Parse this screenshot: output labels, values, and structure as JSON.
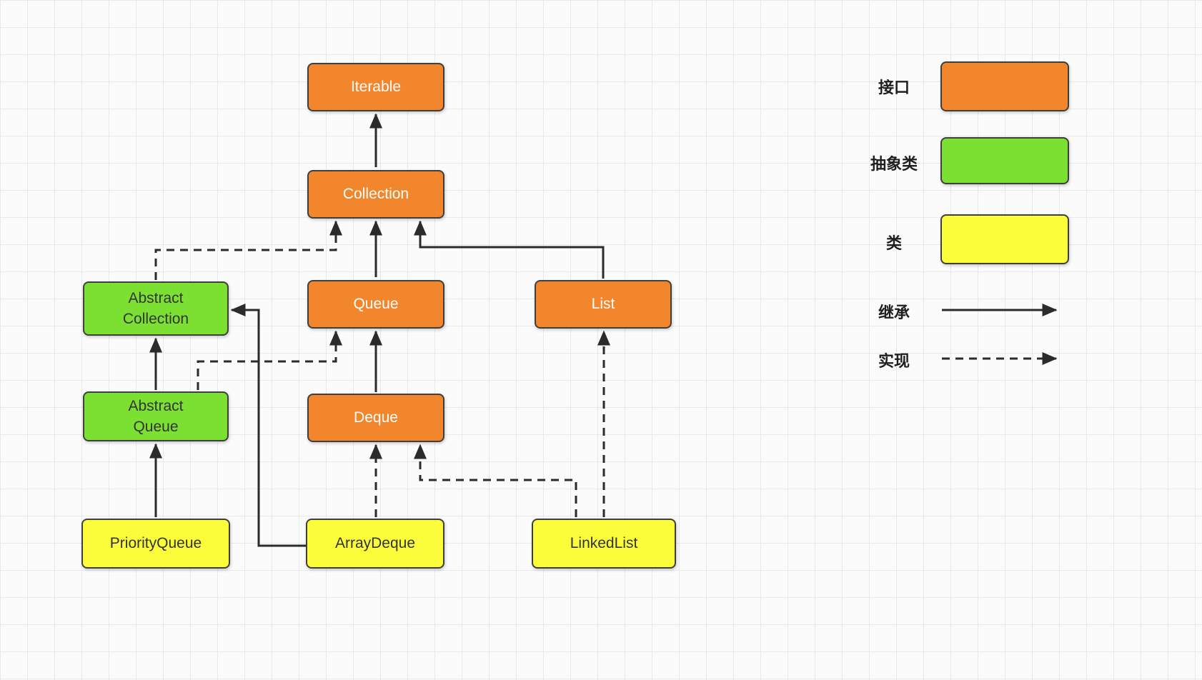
{
  "diagram": {
    "nodes": {
      "iterable": {
        "label": "Iterable",
        "type": "interface"
      },
      "collection": {
        "label": "Collection",
        "type": "interface"
      },
      "queue": {
        "label": "Queue",
        "type": "interface"
      },
      "list": {
        "label": "List",
        "type": "interface"
      },
      "deque": {
        "label": "Deque",
        "type": "interface"
      },
      "abstract_collection": {
        "label": "Abstract\nCollection",
        "type": "abstract_class"
      },
      "abstract_queue": {
        "label": "Abstract\nQueue",
        "type": "abstract_class"
      },
      "priority_queue": {
        "label": "PriorityQueue",
        "type": "class"
      },
      "array_deque": {
        "label": "ArrayDeque",
        "type": "class"
      },
      "linked_list": {
        "label": "LinkedList",
        "type": "class"
      }
    },
    "edges": [
      {
        "from": "Collection",
        "to": "Iterable",
        "relation": "继承"
      },
      {
        "from": "Queue",
        "to": "Collection",
        "relation": "继承"
      },
      {
        "from": "List",
        "to": "Collection",
        "relation": "继承"
      },
      {
        "from": "AbstractCollection",
        "to": "Collection",
        "relation": "实现"
      },
      {
        "from": "AbstractQueue",
        "to": "AbstractCollection",
        "relation": "继承"
      },
      {
        "from": "AbstractQueue",
        "to": "Queue",
        "relation": "实现"
      },
      {
        "from": "Deque",
        "to": "Queue",
        "relation": "继承"
      },
      {
        "from": "PriorityQueue",
        "to": "AbstractQueue",
        "relation": "继承"
      },
      {
        "from": "ArrayDeque",
        "to": "AbstractCollection",
        "relation": "继承"
      },
      {
        "from": "ArrayDeque",
        "to": "Deque",
        "relation": "实现"
      },
      {
        "from": "LinkedList",
        "to": "Deque",
        "relation": "实现"
      },
      {
        "from": "LinkedList",
        "to": "List",
        "relation": "实现"
      }
    ]
  },
  "legend": {
    "interface_label": "接口",
    "abstract_class_label": "抽象类",
    "class_label": "类",
    "inheritance_label": "继承",
    "implementation_label": "实现"
  },
  "colors": {
    "interface_fill": "#f1862c",
    "abstract_fill": "#7ce033",
    "class_fill": "#fcfd3a",
    "line": "#2b2b2b",
    "node_border": "#3f3f3f"
  }
}
